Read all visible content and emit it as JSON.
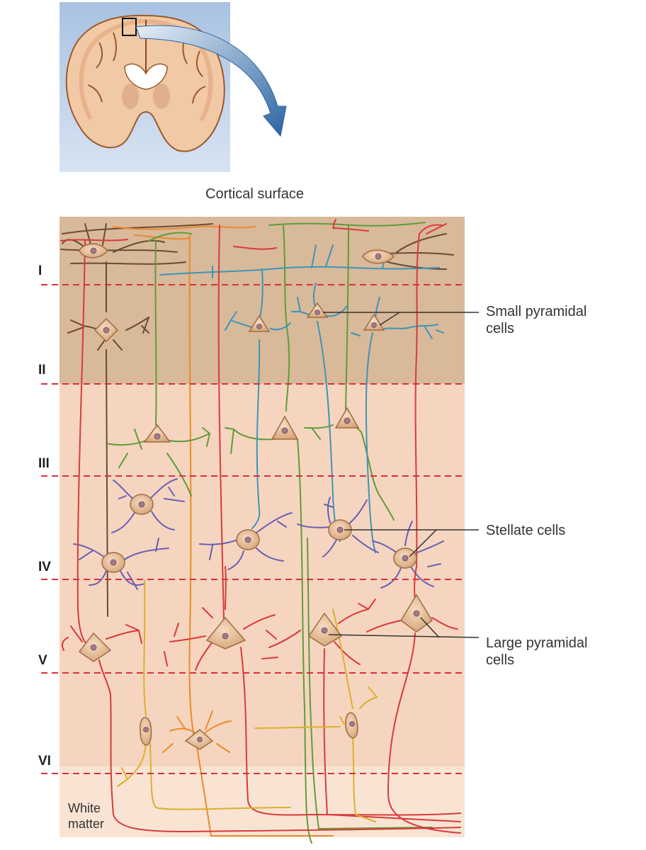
{
  "figure": {
    "cortical_surface": "Cortical surface",
    "white_matter": [
      "White",
      "matter"
    ],
    "layers": [
      "I",
      "II",
      "III",
      "IV",
      "V",
      "VI"
    ],
    "callouts": {
      "small_pyramidal": [
        "Small pyramidal",
        "cells"
      ],
      "stellate": [
        "Stellate cells"
      ],
      "large_pyramidal": [
        "Large pyramidal",
        "cells"
      ]
    }
  },
  "colors": {
    "layer_top": "#d8b99a",
    "layer_mid": "#f5d5bf",
    "layer_low": "#f9e4d4",
    "layer_line": "#d6323c",
    "neuron_red": "#d93a3a",
    "neuron_green": "#5f9c3a",
    "neuron_orange": "#ec8a2a",
    "neuron_yellow": "#dcb02c",
    "neuron_blue": "#3c95b8",
    "neuron_purple": "#6a5fb4",
    "neuron_brown": "#6b4a33",
    "soma": "#e9c197",
    "brain_inset_bg": "#b9cde6",
    "arrow": "#2f6ea8"
  }
}
